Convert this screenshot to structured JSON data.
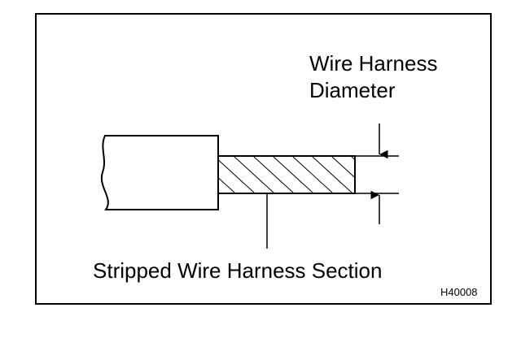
{
  "labels": {
    "diameter_line1": "Wire Harness",
    "diameter_line2": "Diameter",
    "stripped_section": "Stripped Wire Harness Section",
    "figure_code": "H40008"
  },
  "colors": {
    "ink": "#000000",
    "paper": "#ffffff"
  }
}
